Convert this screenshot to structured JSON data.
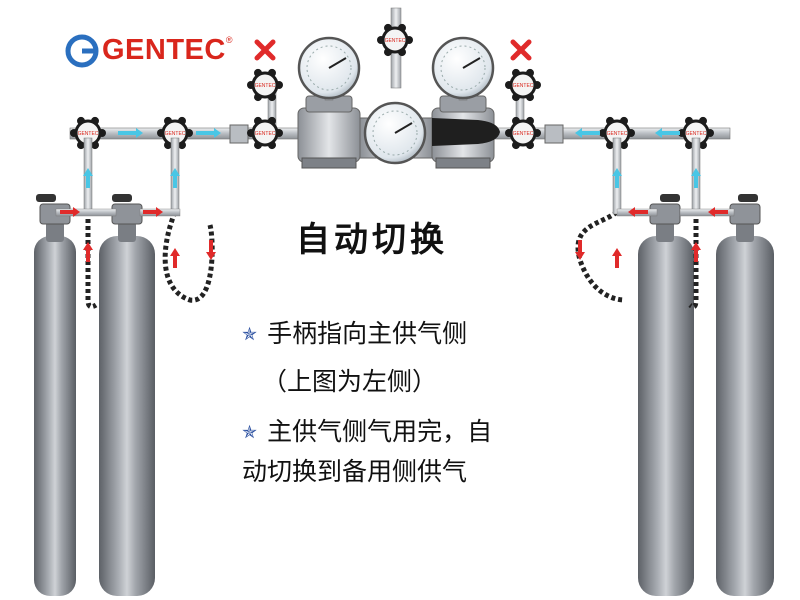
{
  "logo": {
    "text": "GENTEC",
    "mark": "®"
  },
  "valve_label": "GENTEC",
  "title": "自动切换",
  "bullets": [
    {
      "icon": "star-bullet-icon",
      "line1": "手柄指向主供气侧",
      "line2": "（上图为左侧）"
    },
    {
      "icon": "star-bullet-icon",
      "line1": "主供气侧气用完，自",
      "line2": "动切换到备用侧供气"
    }
  ],
  "colors": {
    "brand_red": "#d9261c",
    "flow_cyan": "#49c6e5",
    "flow_red": "#e02a2a",
    "cylinder_gray": "#8c9096",
    "pipe_gray": "#c9ccd1"
  }
}
